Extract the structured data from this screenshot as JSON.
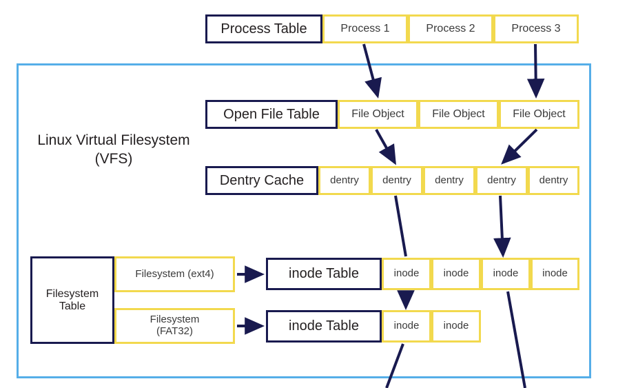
{
  "diagram": {
    "title": "Linux Virtual Filesystem (VFS)",
    "container": {
      "label_line1": "Linux Virtual Filesystem",
      "label_line2": "(VFS)",
      "border_color": "#55aee8"
    },
    "colors": {
      "navy": "#191a4f",
      "gold": "#f2d94e",
      "sky_blue": "#55aee8",
      "text": "#231f20",
      "background": "#ffffff"
    },
    "rows": [
      {
        "id": "process-table",
        "header": "Process Table",
        "cells": [
          "Process 1",
          "Process 2",
          "Process 3"
        ]
      },
      {
        "id": "open-file-table",
        "header": "Open File Table",
        "cells": [
          "File Object",
          "File Object",
          "File Object"
        ]
      },
      {
        "id": "dentry-cache",
        "header": "Dentry Cache",
        "cells": [
          "dentry",
          "dentry",
          "dentry",
          "dentry",
          "dentry"
        ]
      },
      {
        "id": "inode-table-ext4",
        "header": "inode Table",
        "cells": [
          "inode",
          "inode",
          "inode",
          "inode"
        ]
      },
      {
        "id": "inode-table-fat32",
        "header": "inode Table",
        "cells": [
          "inode",
          "inode"
        ]
      }
    ],
    "filesystem_table": {
      "header_line1": "Filesystem",
      "header_line2": "Table",
      "entries": [
        {
          "line1": "Filesystem (ext4)",
          "line2": ""
        },
        {
          "line1": "Filesystem",
          "line2": "(FAT32)"
        }
      ]
    }
  }
}
